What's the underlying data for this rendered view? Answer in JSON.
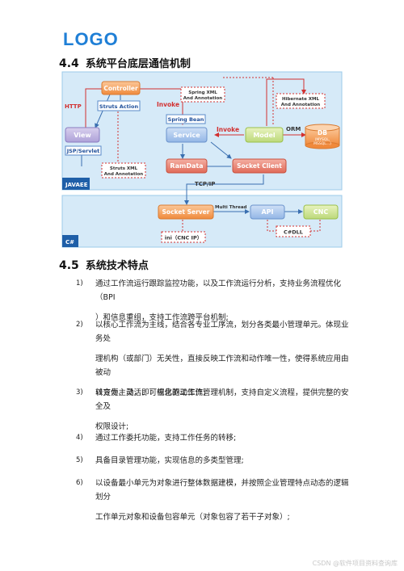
{
  "header": {
    "logo": "LOGO"
  },
  "section1": {
    "number": "4.4",
    "title": "系统平台底层通信机制"
  },
  "diagram": {
    "javaee_label": "JAVAEE",
    "csharp_label": "C#",
    "controller": "Controller",
    "struts_action": "Struts Action",
    "view": "View",
    "jsp_servlet": "JSP/Servlet",
    "struts_xml_line1": "Struts XML",
    "struts_xml_line2": "And Annotation",
    "spring_xml_line1": "Spring XML",
    "spring_xml_line2": "And Annotation",
    "spring_bean": "Spring Bean",
    "service": "Service",
    "model": "Model",
    "hibernate_line1": "Hibernate XML",
    "hibernate_line2": "And Annotation",
    "db": "DB",
    "db_sub1": "(MYSQL,",
    "db_sub2": "MSSQL...)",
    "orm": "ORM",
    "ramdata": "RamData",
    "socket_client": "Socket Client",
    "http": "HTTP",
    "invoke1": "Invoke",
    "invoke2": "Invoke",
    "tcpip": "TCP/IP",
    "socket_server": "Socket Server",
    "multi_thread": "Multi Thread",
    "api": "API",
    "cnc": "CNC",
    "ini": "ini（CNC IP）",
    "csharp_dll": "C#DLL"
  },
  "section2": {
    "number": "4.5",
    "title": "系统技术特点"
  },
  "items": [
    {
      "num": "1)",
      "lines": [
        "通过工作流运行跟踪监控功能，以及工作流运行分析，支持业务流程优化（BPI",
        "）和信息重组，支持工作流跨平台机制;"
      ]
    },
    {
      "num": "2)",
      "lines": [
        "以核心工作流为主线，结合各专业工序流，划分各类最小管理单元。体现业务处",
        "理机构（或部门）无关性，直接反映工作流和动作唯一性，使得系统应用由被动",
        "转变为主动，即：信息驱动工作;"
      ]
    },
    {
      "num": "3)",
      "lines": [
        "以方便、灵活、可视化的工作流管理机制，支持自定义流程，提供完整的安全及",
        "权限设计;"
      ]
    },
    {
      "num": "4)",
      "lines": [
        "通过工作委托功能，支持工作任务的转移;"
      ]
    },
    {
      "num": "5)",
      "lines": [
        "具备目录管理功能，实现信息的多类型管理;"
      ]
    },
    {
      "num": "6)",
      "lines": [
        "以设备最小单元为对象进行整体数据建模，并按照企业管理特点动态的逻辑划分",
        "工作单元对象和设备包容单元（对象包容了若干子对象）;"
      ]
    }
  ],
  "footer": {
    "watermark": "CSDN @软件项目资料查询库"
  }
}
